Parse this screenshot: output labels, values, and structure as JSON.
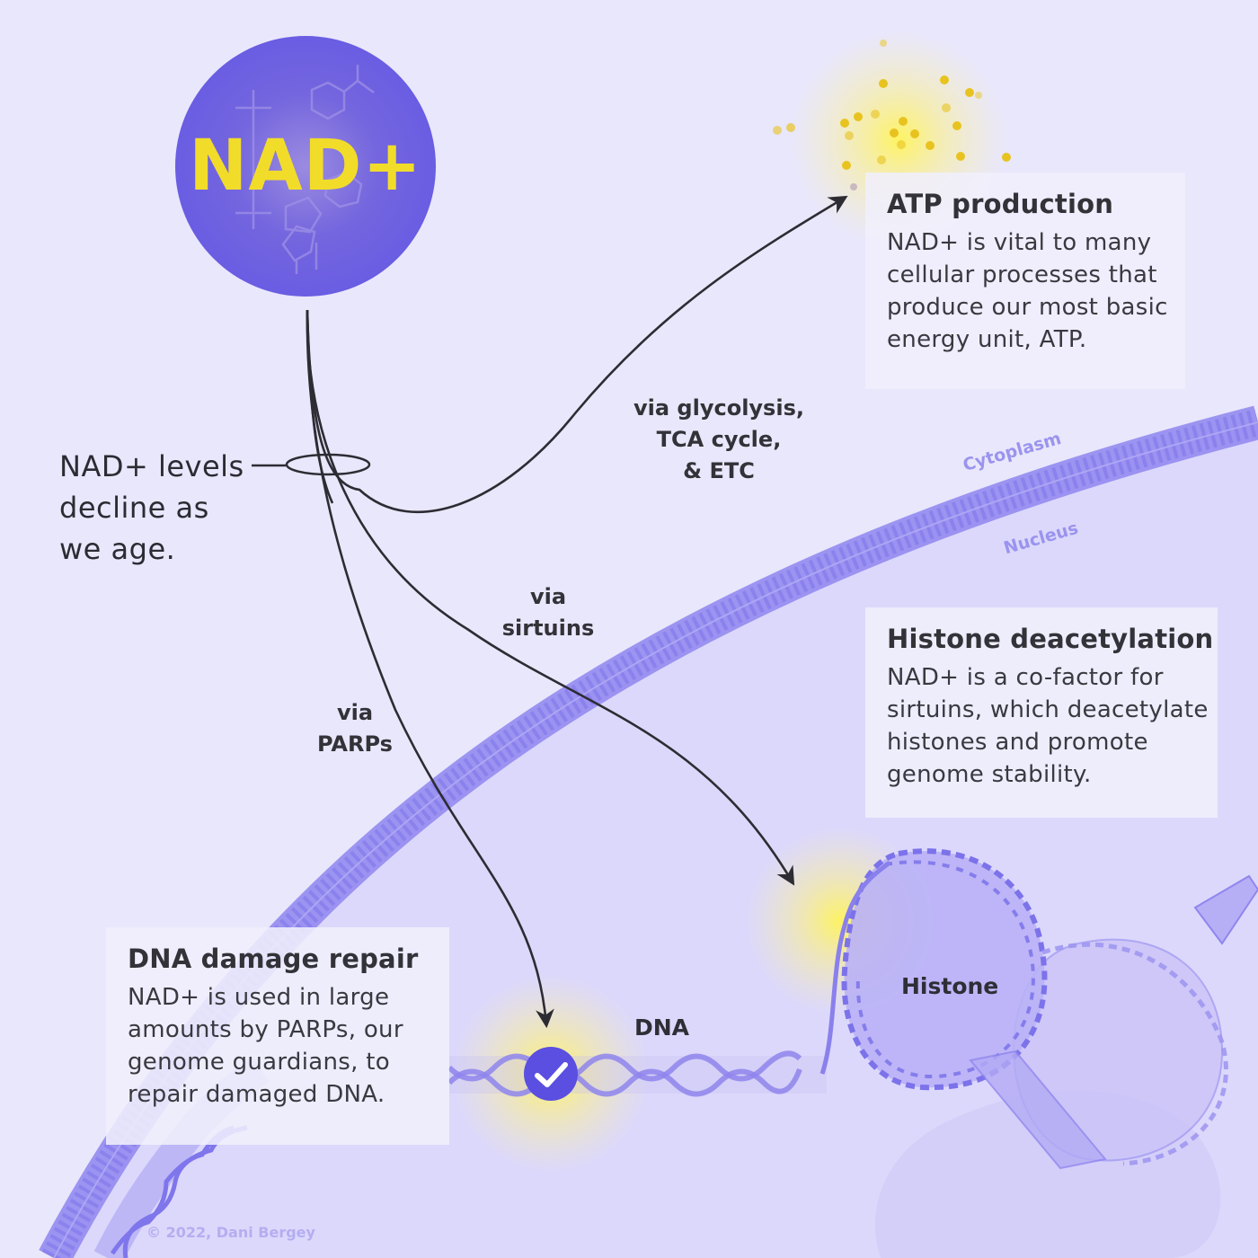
{
  "molecule": {
    "label": "NAD+",
    "icon": "nad-molecule-icon"
  },
  "decline_note": {
    "lines": [
      "NAD+ levels",
      "decline as",
      "we age."
    ]
  },
  "pathways": [
    {
      "id": "atp",
      "label_lines": [
        "via glycolysis,",
        "TCA cycle,",
        "& ETC"
      ]
    },
    {
      "id": "sirtuins",
      "label_lines": [
        "via",
        "sirtuins"
      ]
    },
    {
      "id": "parps",
      "label_lines": [
        "via",
        "PARPs"
      ]
    }
  ],
  "regions": {
    "cytoplasm": "Cytoplasm",
    "nucleus": "Nucleus"
  },
  "cards": {
    "atp": {
      "title": "ATP production",
      "body": [
        "NAD+ is vital to many",
        "cellular processes that",
        "produce our most basic",
        "energy unit, ATP."
      ]
    },
    "histone": {
      "title": "Histone deacetylation",
      "body": [
        "NAD+ is a co-factor for",
        "sirtuins, which deacetylate",
        "histones and promote",
        "genome stability."
      ]
    },
    "dna": {
      "title": "DNA damage repair",
      "body": [
        "NAD+ is used in large",
        "amounts by PARPs, our",
        "genome guardians, to",
        "repair damaged DNA."
      ]
    }
  },
  "structures": {
    "histone": "Histone",
    "dna": "DNA",
    "check_icon": "checkmark-icon"
  },
  "copyright": "© 2022, Dani Bergey",
  "colors": {
    "background": "#e9e7fb",
    "nucleus": "#dcd9fb",
    "membrane": "#8f86ee",
    "nad_circle": "#6a5fe0",
    "nad_text": "#f2dc2a",
    "glow": "#fff07a",
    "dna": "#7e74ec",
    "text": "#333238"
  }
}
